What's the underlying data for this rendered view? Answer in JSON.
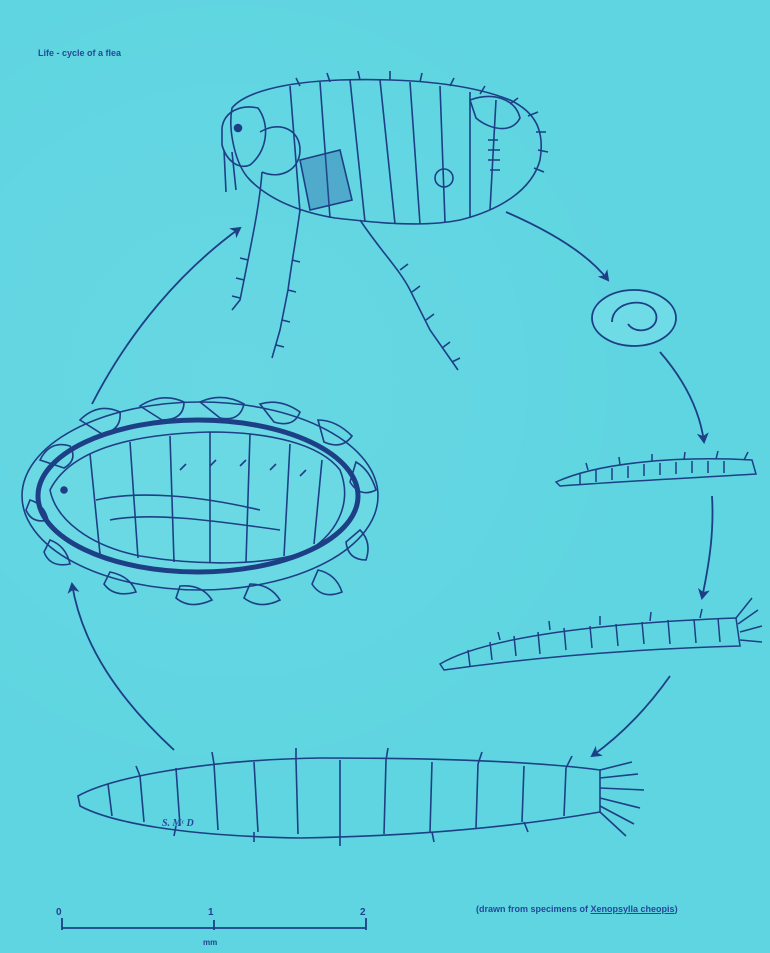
{
  "title": "Life - cycle of a flea",
  "credit_prefix": "(drawn from specimens of ",
  "credit_species": "Xenopsylla cheopis",
  "credit_suffix": ")",
  "signature": "S. Mᶜ D",
  "scale": {
    "tick_labels": [
      "0",
      "1",
      "2"
    ],
    "unit": "mm"
  },
  "colors": {
    "background": "#5ed5e1",
    "ink": "#1d3f86"
  }
}
